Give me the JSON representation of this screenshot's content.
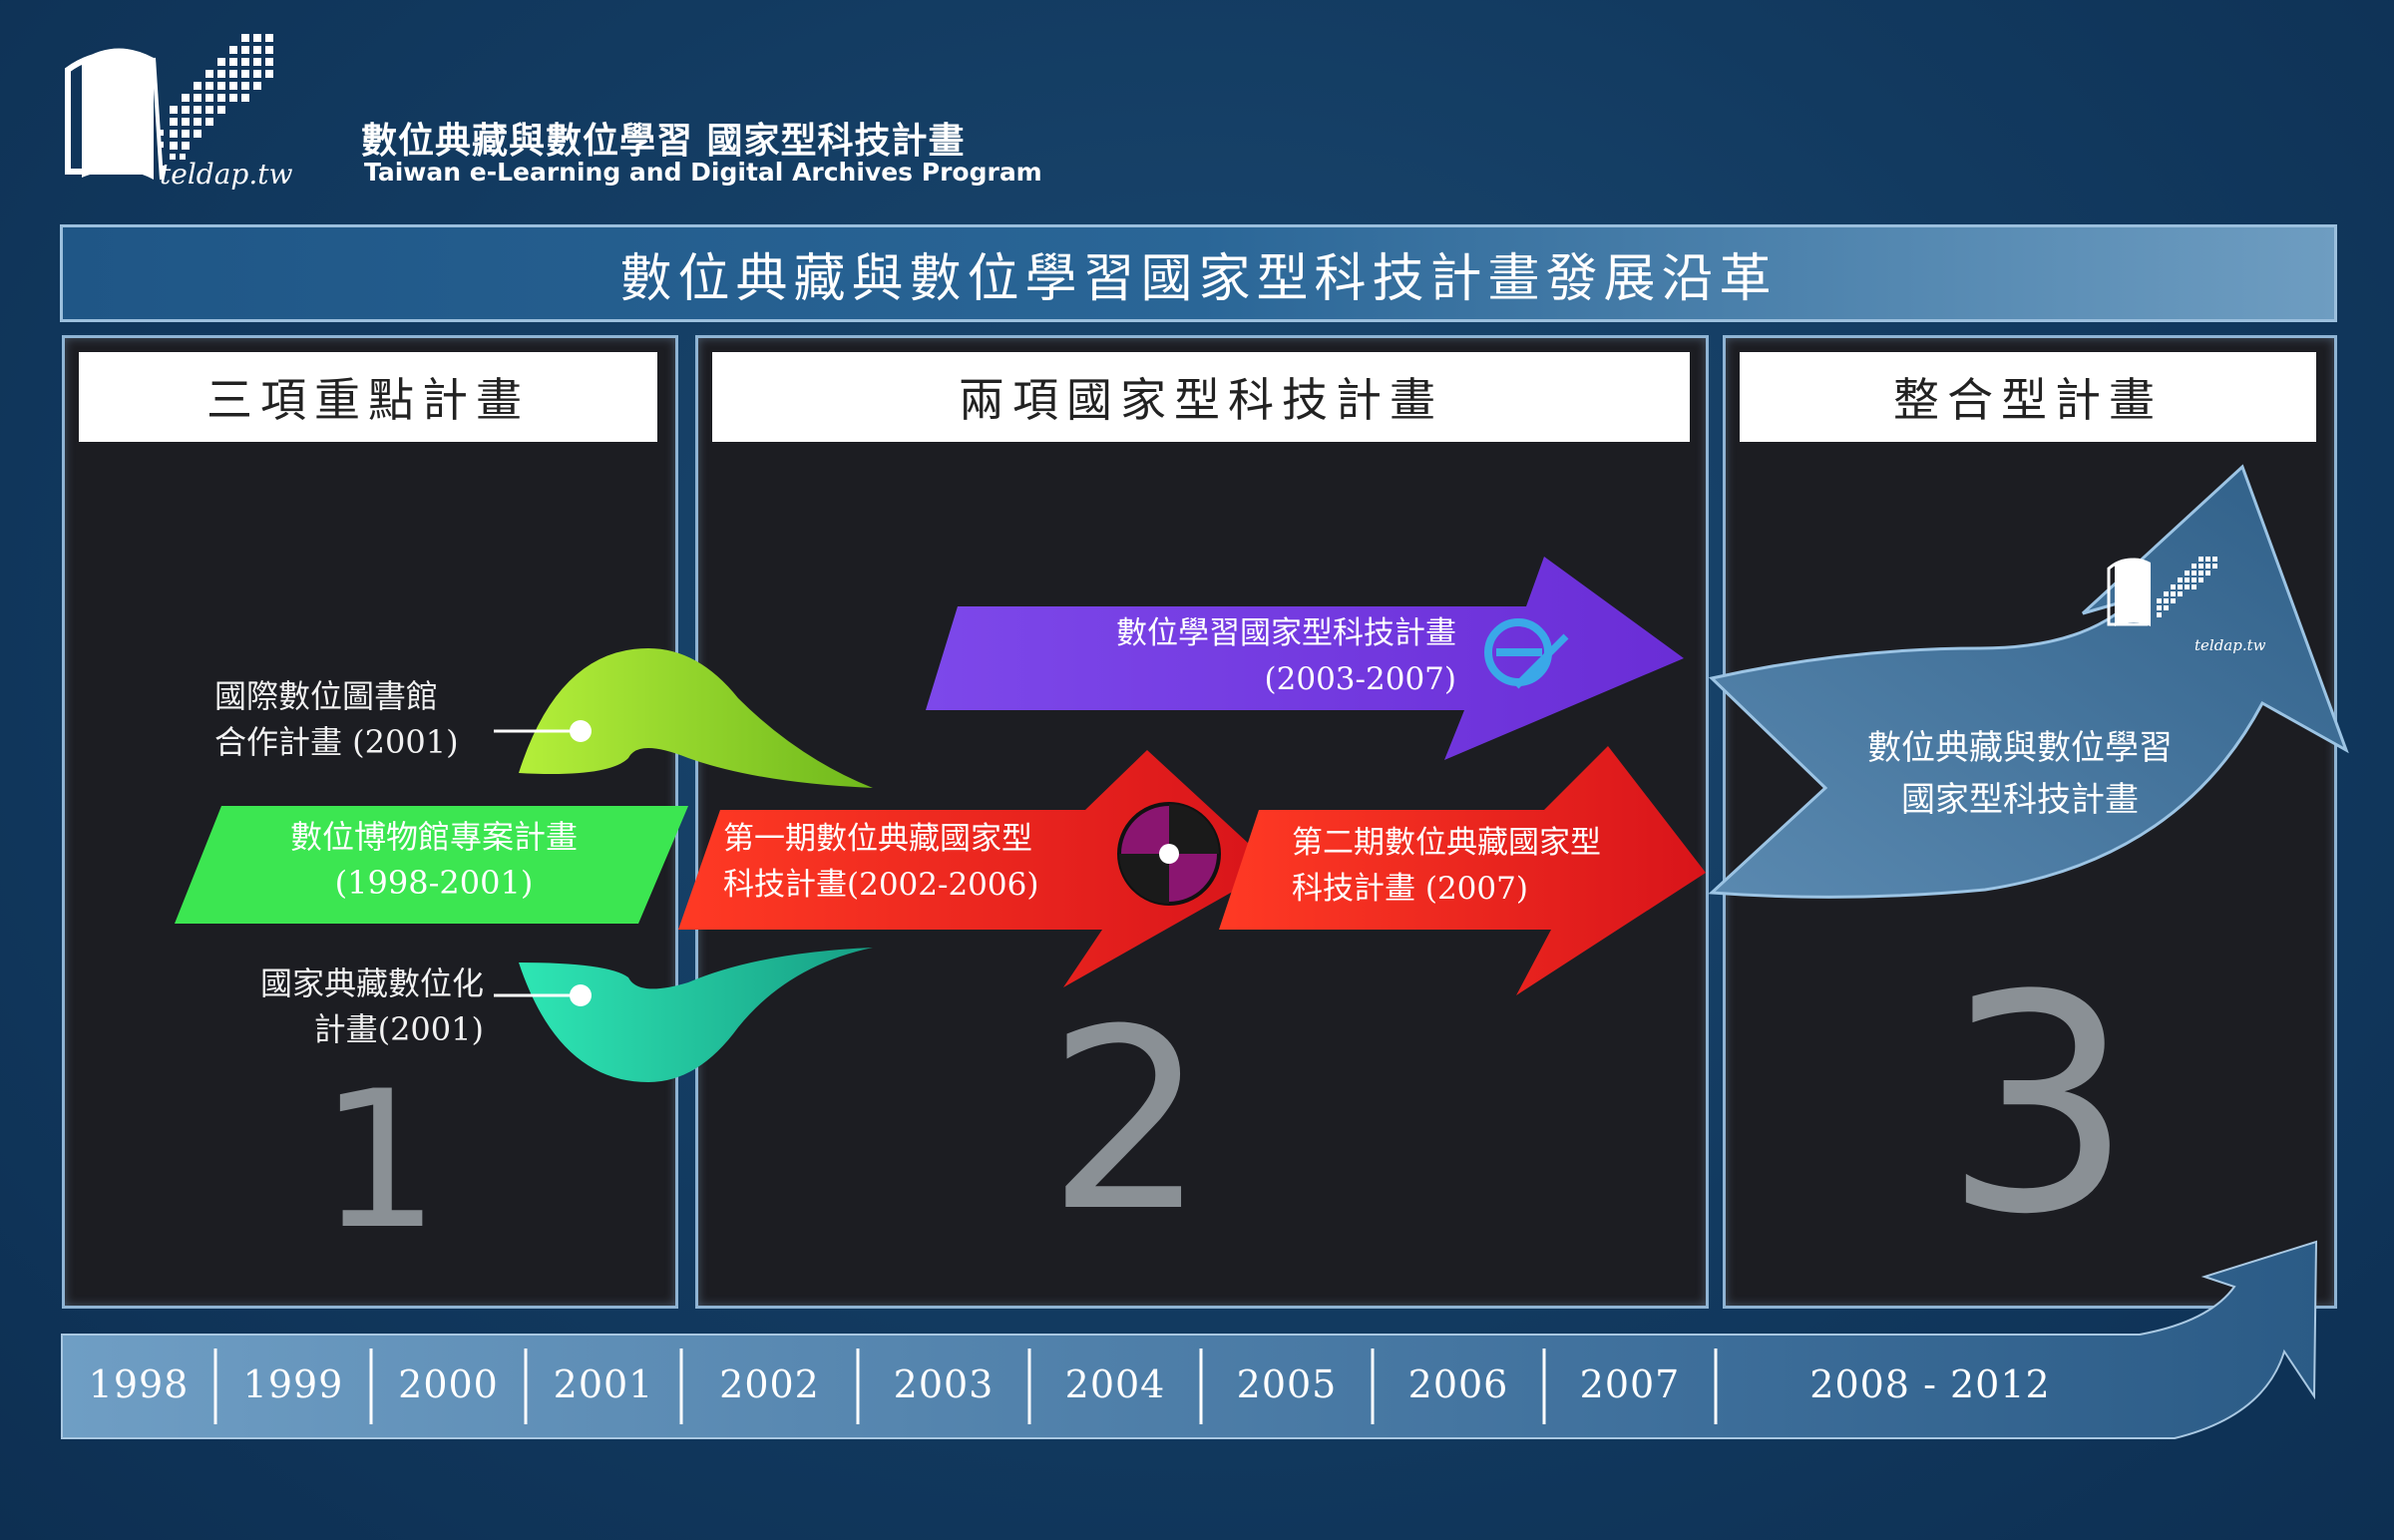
{
  "header": {
    "logo_wordmark": "teldap.tw",
    "org_name_zh": "數位典藏與數位學習 國家型科技計畫",
    "org_name_en": "Taiwan e-Learning and Digital Archives Program"
  },
  "title": "數位典藏與數位學習國家型科技計畫發展沿革",
  "phases": [
    {
      "heading": "三項重點計畫",
      "number": "1"
    },
    {
      "heading": "兩項國家型科技計畫",
      "number": "2"
    },
    {
      "heading": "整合型計畫",
      "number": "3"
    }
  ],
  "phase1": {
    "upper_label": [
      "國際數位圖書館",
      "合作計畫 (2001)"
    ],
    "middle_label": [
      "數位博物館專案計畫",
      "(1998-2001)"
    ],
    "lower_label": [
      "國家典藏數位化",
      "計畫(2001)"
    ]
  },
  "phase2": {
    "elearning_arrow": [
      "數位學習國家型科技計畫",
      "(2003-2007)"
    ],
    "archive1_arrow": [
      "第一期數位典藏國家型",
      "科技計畫(2002-2006)"
    ],
    "archive2_arrow": [
      "第二期數位典藏國家型",
      "科技計畫 (2007)"
    ]
  },
  "phase3": {
    "merged_arrow": [
      "數位典藏與數位學習",
      "國家型科技計畫"
    ],
    "logo_wordmark": "teldap.tw"
  },
  "timeline": {
    "years": [
      "1998",
      "1999",
      "2000",
      "2001",
      "2002",
      "2003",
      "2004",
      "2005",
      "2006",
      "2007",
      "2008 - 2012"
    ]
  },
  "colors": {
    "background": "#123a60",
    "panel": "#1c1d22",
    "lime": "#8bd22a",
    "green": "#3ce651",
    "teal": "#23d2a8",
    "purple": "#7a3fe0",
    "red": "#e8231e",
    "steel_blue": "#3b6a92"
  }
}
